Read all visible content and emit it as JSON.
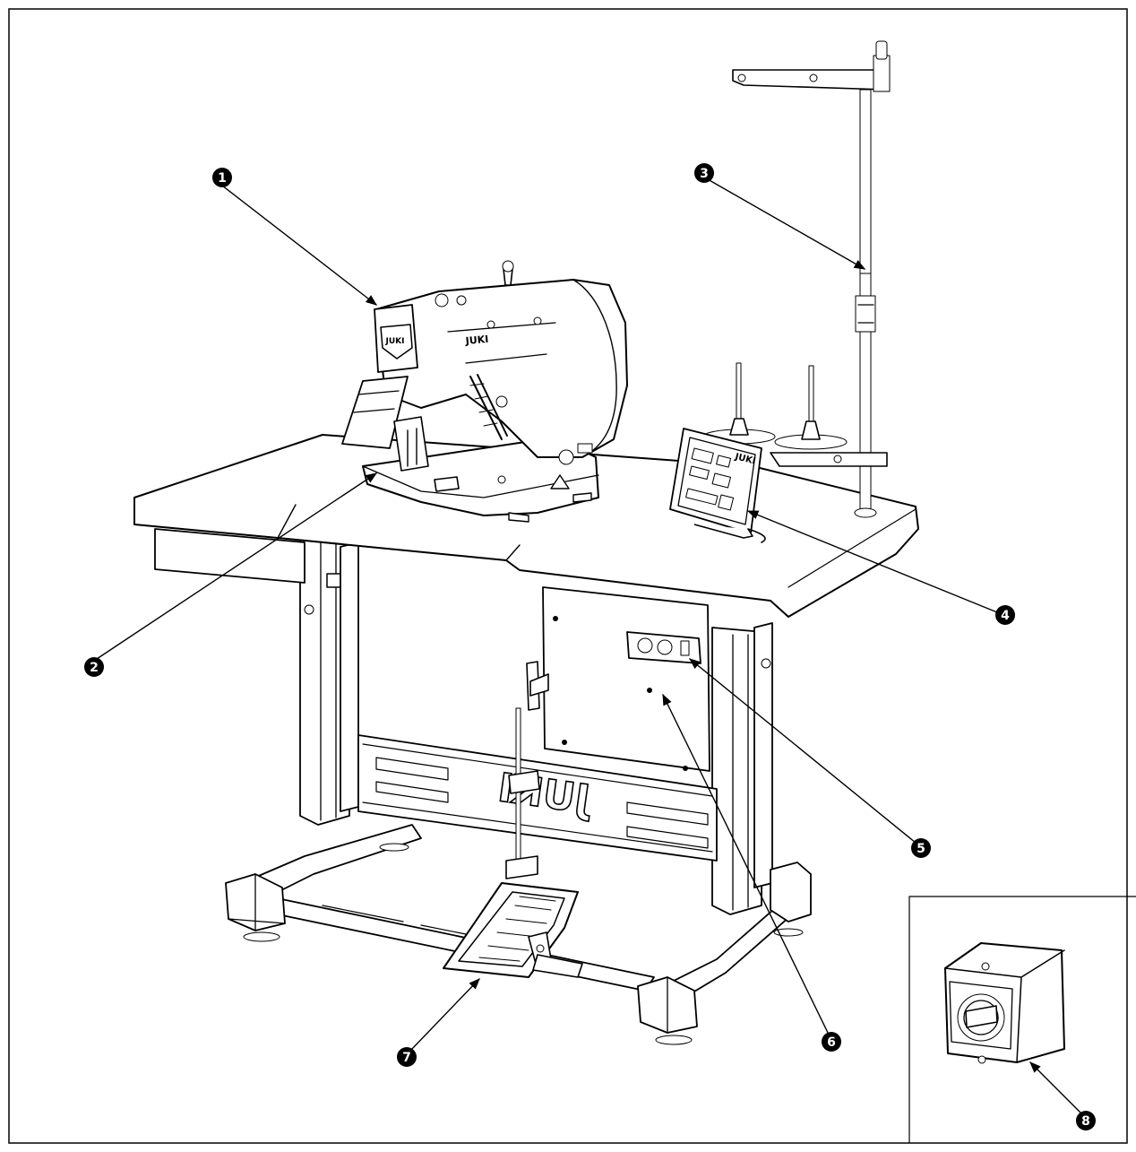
{
  "figure": {
    "machine_logo_text": "JUKI",
    "panel_logo_text": "JUKI",
    "crossbar_logo_text": "JUKI"
  },
  "callouts": [
    {
      "id": 1,
      "label": "1"
    },
    {
      "id": 2,
      "label": "2"
    },
    {
      "id": 3,
      "label": "3"
    },
    {
      "id": 4,
      "label": "4"
    },
    {
      "id": 5,
      "label": "5"
    },
    {
      "id": 6,
      "label": "6"
    },
    {
      "id": 7,
      "label": "7"
    },
    {
      "id": 8,
      "label": "8"
    }
  ],
  "colors": {
    "ink": "#000000",
    "background": "#ffffff"
  }
}
